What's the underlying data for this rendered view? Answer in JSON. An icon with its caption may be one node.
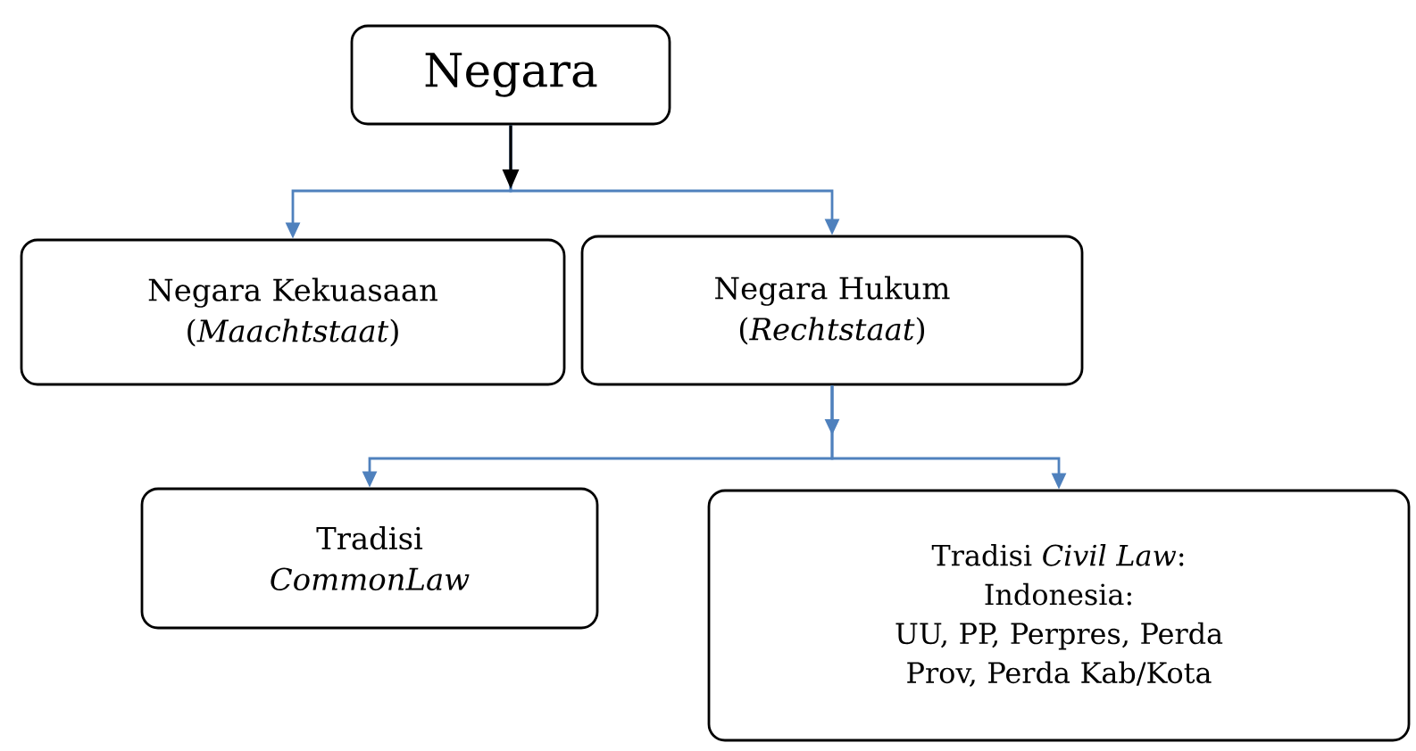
{
  "diagram": {
    "nodes": [
      {
        "text": [
          "Negara"
        ]
      },
      {
        "text": [
          "Negara Kekuasaan (*Maachtstaat*)"
        ]
      },
      {
        "text": [
          "Negara Hukum (*Rechtstaat*)"
        ]
      },
      {
        "text": [
          "Tradisi *CommonLaw*"
        ]
      },
      {
        "text": [
          "Tradisi *Civil Law*:",
          "Indonesia:",
          "UU, PP, Perpres, Perda Prov, Perda Kab/Kota"
        ]
      }
    ],
    "edges": [
      {
        "from": 0,
        "to": 1,
        "arrow": "to"
      },
      {
        "from": 0,
        "to": 2,
        "arrow": "to"
      },
      {
        "from": 2,
        "to": 3,
        "arrow": "to"
      },
      {
        "from": 2,
        "to": 4,
        "arrow": "to"
      }
    ]
  }
}
